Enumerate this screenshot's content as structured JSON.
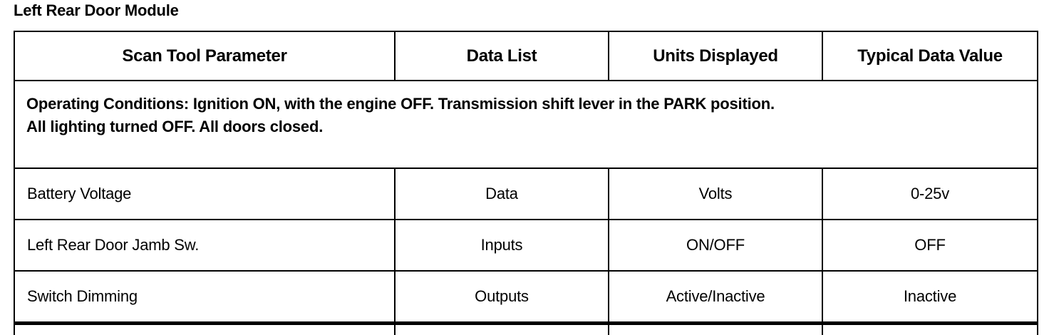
{
  "title": "Left Rear Door Module",
  "table": {
    "headers": [
      "Scan Tool Parameter",
      "Data List",
      "Units Displayed",
      "Typical Data Value"
    ],
    "operating_conditions": {
      "line1": "Operating Conditions: Ignition ON, with the engine OFF. Transmission shift lever in the PARK position.",
      "line2": "All lighting turned OFF. All doors closed."
    },
    "rows": [
      {
        "parameter": "Battery Voltage",
        "data_list": "Data",
        "units": "Volts",
        "typical_value": "0-25v"
      },
      {
        "parameter": "Left Rear Door Jamb Sw.",
        "data_list": "Inputs",
        "units": "ON/OFF",
        "typical_value": "OFF"
      },
      {
        "parameter": "Switch Dimming",
        "data_list": "Outputs",
        "units": "Active/Inactive",
        "typical_value": "Inactive"
      }
    ]
  }
}
